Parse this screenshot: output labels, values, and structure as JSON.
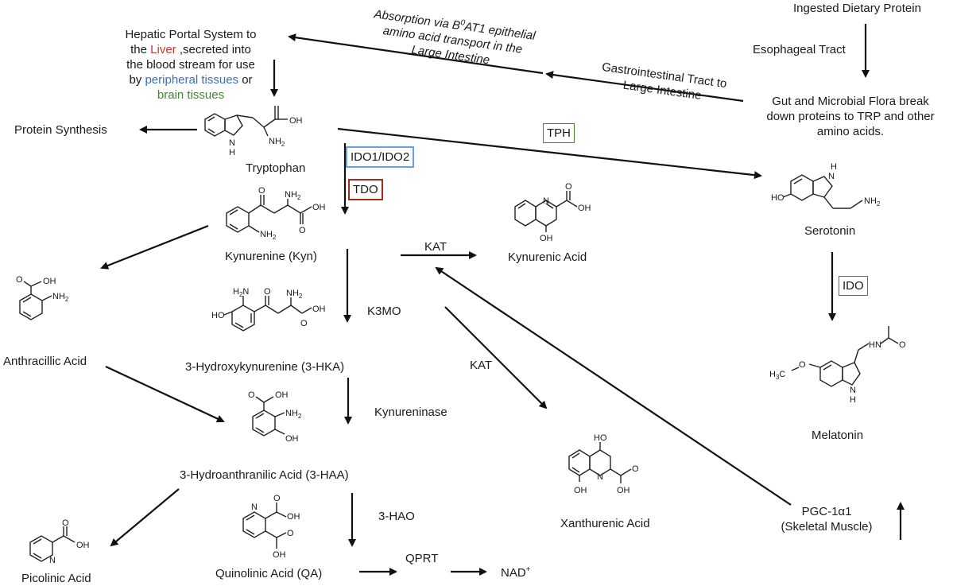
{
  "colors": {
    "liver": "#d0312d",
    "peripheral": "#3d6fb6",
    "brain": "#3b8a2e",
    "box_ido1_ido2": "#6aa0e8",
    "box_tdo": "#a12a1c",
    "box_tph": "#3b8a2e",
    "box_ido": "#3b8a2e"
  },
  "labels": {
    "ingested": "Ingested Dietary Protein",
    "esophageal": "Esophageal Tract",
    "gut_flora": [
      "Gut and Microbial Flora break",
      "down proteins to TRP and other",
      "amino acids."
    ],
    "gi_tract": [
      "Gastrointestinal Tract to",
      "Large Intestine"
    ],
    "absorption_prefix": "Absorption via B",
    "absorption_sup": "0",
    "absorption_rest": "AT1 epithelial",
    "absorption_line2": "amino acid transport in the",
    "absorption_line3": "Large Intestine",
    "hepatic_line1": "Hepatic Portal System to",
    "hepatic_the": "the ",
    "hepatic_liver": "Liver",
    "hepatic_after_liver": " ,secreted into",
    "hepatic_line3": "the blood stream for use",
    "hepatic_by": "by ",
    "hepatic_peripheral": "peripheral tissues",
    "hepatic_or": " or",
    "hepatic_brain": "brain tissues",
    "protein_synthesis": "Protein Synthesis",
    "tryptophan": "Tryptophan",
    "serotonin": "Serotonin",
    "melatonin": "Melatonin",
    "kynurenine": "Kynurenine (Kyn)",
    "kynurenic_acid": "Kynurenic Acid",
    "anthracillic_acid": "Anthracillic Acid",
    "hydroxykynurenine": "3-Hydroxykynurenine (3-HKA)",
    "hydroanthranilic": "3-Hydroanthranilic Acid (3-HAA)",
    "xanthurenic_acid": "Xanthurenic Acid",
    "picolinic_acid": "Picolinic Acid",
    "quinolinic_acid": "Quinolinic Acid (QA)",
    "nad": "NAD",
    "nad_sup": "+",
    "pgc": [
      "PGC-1α1",
      "(Skeletal Muscle)"
    ]
  },
  "enzymes": {
    "tph": "TPH",
    "ido1_ido2": "IDO1/IDO2",
    "tdo": "TDO",
    "ido": "IDO",
    "kat_top": "KAT",
    "k3mo": "K3MO",
    "kat_mid": "KAT",
    "kynureninase": "Kynureninase",
    "hao": "3-HAO",
    "qprt": "QPRT"
  },
  "chem": {
    "oh": "OH",
    "nh2": "NH",
    "nh2_sub": "2",
    "h": "H",
    "n": "N",
    "o": "O",
    "ho": "HO",
    "h2n_h": "H",
    "h2n_sub": "2",
    "h2n_n": "N",
    "h3c_h": "H",
    "h3c_sub": "3",
    "h3c_c": "C",
    "hn": "HN"
  }
}
